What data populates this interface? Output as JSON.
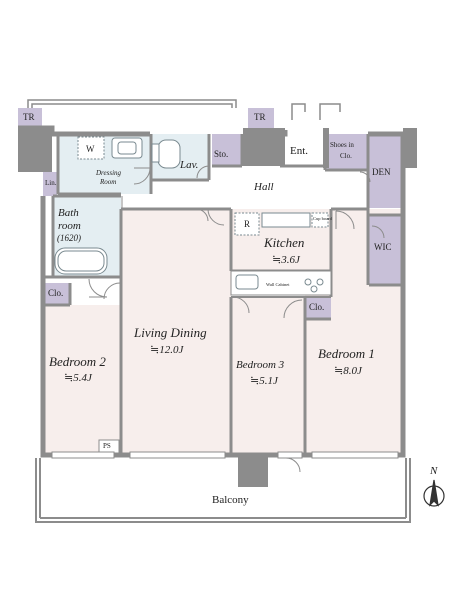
{
  "rooms": {
    "tr_left": "TR",
    "tr_right": "TR",
    "entrance": "Ent.",
    "shoes_closet_line1": "Shoes in",
    "shoes_closet_line2": "Clo.",
    "den": "DEN",
    "wic": "WIC",
    "dressing_line1": "Dressing",
    "dressing_line2": "Room",
    "washer": "W",
    "lav": "Lav.",
    "storage": "Sto.",
    "hall": "Hall",
    "lin": "Lin.",
    "bathroom_line1": "Bath",
    "bathroom_line2": "room",
    "bathroom_size": "(1620)",
    "closet_left": "Clo.",
    "closet_right": "Clo.",
    "refrigerator": "R",
    "cup_board": "Cup board",
    "wall_cabinet": "Wall Cabinet",
    "kitchen": "Kitchen",
    "kitchen_area": "≒3.6J",
    "living_dining": "Living Dining",
    "living_dining_area": "≒12.0J",
    "bedroom2": "Bedroom 2",
    "bedroom2_area": "≒5.4J",
    "bedroom3": "Bedroom 3",
    "bedroom3_area": "≒5.1J",
    "bedroom1": "Bedroom 1",
    "bedroom1_area": "≒8.0J",
    "ps": "PS",
    "balcony": "Balcony"
  },
  "compass": {
    "label": "N"
  },
  "colors": {
    "wall": "#8c8c8c",
    "room_floor": "#f7eeec",
    "wet_area": "#e4eef2",
    "storage": "#c8c0d8",
    "hall_floor": "#ffffff"
  }
}
